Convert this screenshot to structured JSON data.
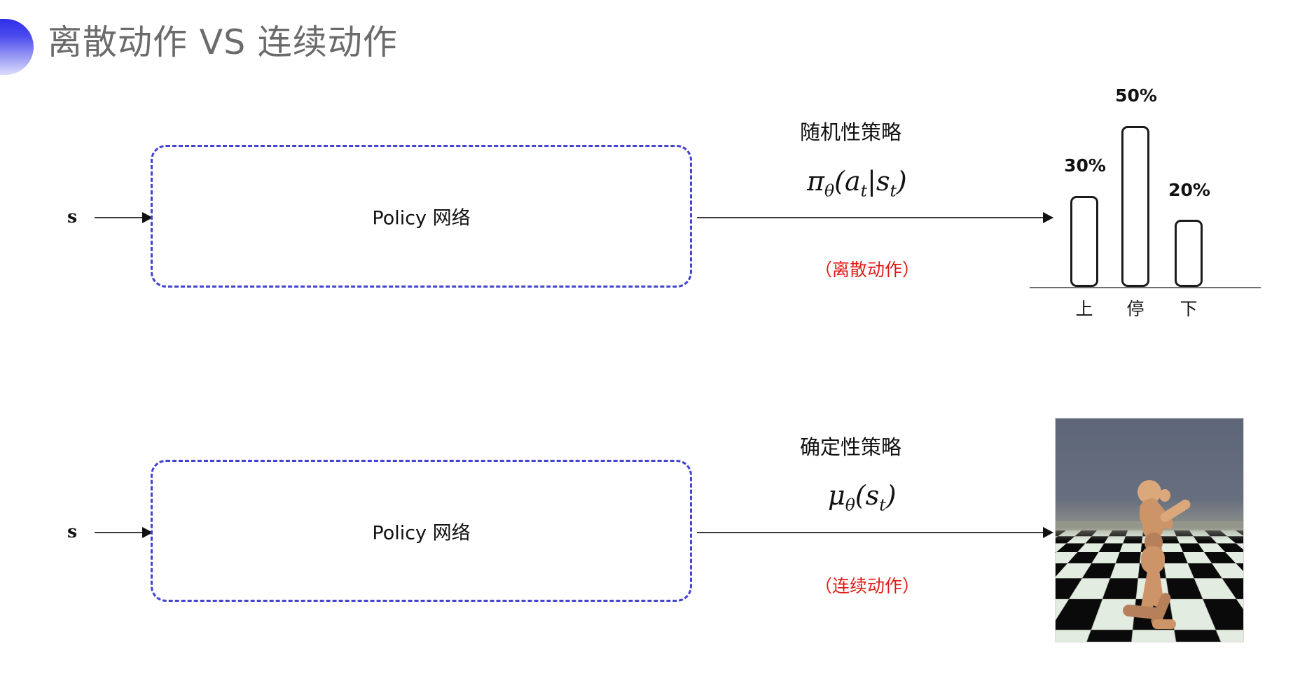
{
  "slide": {
    "title": "离散动作 VS 连续动作",
    "accent_color": "#3a3ae8",
    "title_color": "#6b6b6b",
    "background": "#ffffff"
  },
  "rows": [
    {
      "id": "discrete",
      "input_label": "s",
      "box_label": "Policy 网络",
      "policy_name": "随机性策略",
      "formula_pi": "π",
      "formula_theta": "θ",
      "formula_body_open": "(",
      "formula_a": "a",
      "formula_a_sub": "t",
      "formula_bar": "|",
      "formula_s": "s",
      "formula_s_sub": "t",
      "formula_body_close": ")",
      "note": "（离散动作）",
      "note_color": "#e01b16"
    },
    {
      "id": "continuous",
      "input_label": "s",
      "box_label": "Policy 网络",
      "policy_name": "确定性策略",
      "formula_mu": "μ",
      "formula_theta": "θ",
      "formula_body_open": "(",
      "formula_s": "s",
      "formula_s_sub": "t",
      "formula_body_close": ")",
      "note": "（连续动作）",
      "note_color": "#e01b16"
    }
  ],
  "chart_data": {
    "type": "bar",
    "title": "",
    "xlabel": "",
    "ylabel": "",
    "categories": [
      "上",
      "停",
      "下"
    ],
    "values": [
      30,
      50,
      20
    ],
    "value_labels": [
      "30%",
      "50%",
      "20%"
    ],
    "ylim": [
      0,
      60
    ],
    "grid": false,
    "legend": "none",
    "bar_fill": "#ffffff",
    "bar_stroke": "#1b1b1b",
    "axis_color": "#6e6e6e"
  },
  "simulation": {
    "caption": "",
    "sky_color": "#60697a",
    "floor_light": "#e3ece0",
    "floor_dark": "#0a0a0a",
    "body_color": "#cd9468"
  }
}
